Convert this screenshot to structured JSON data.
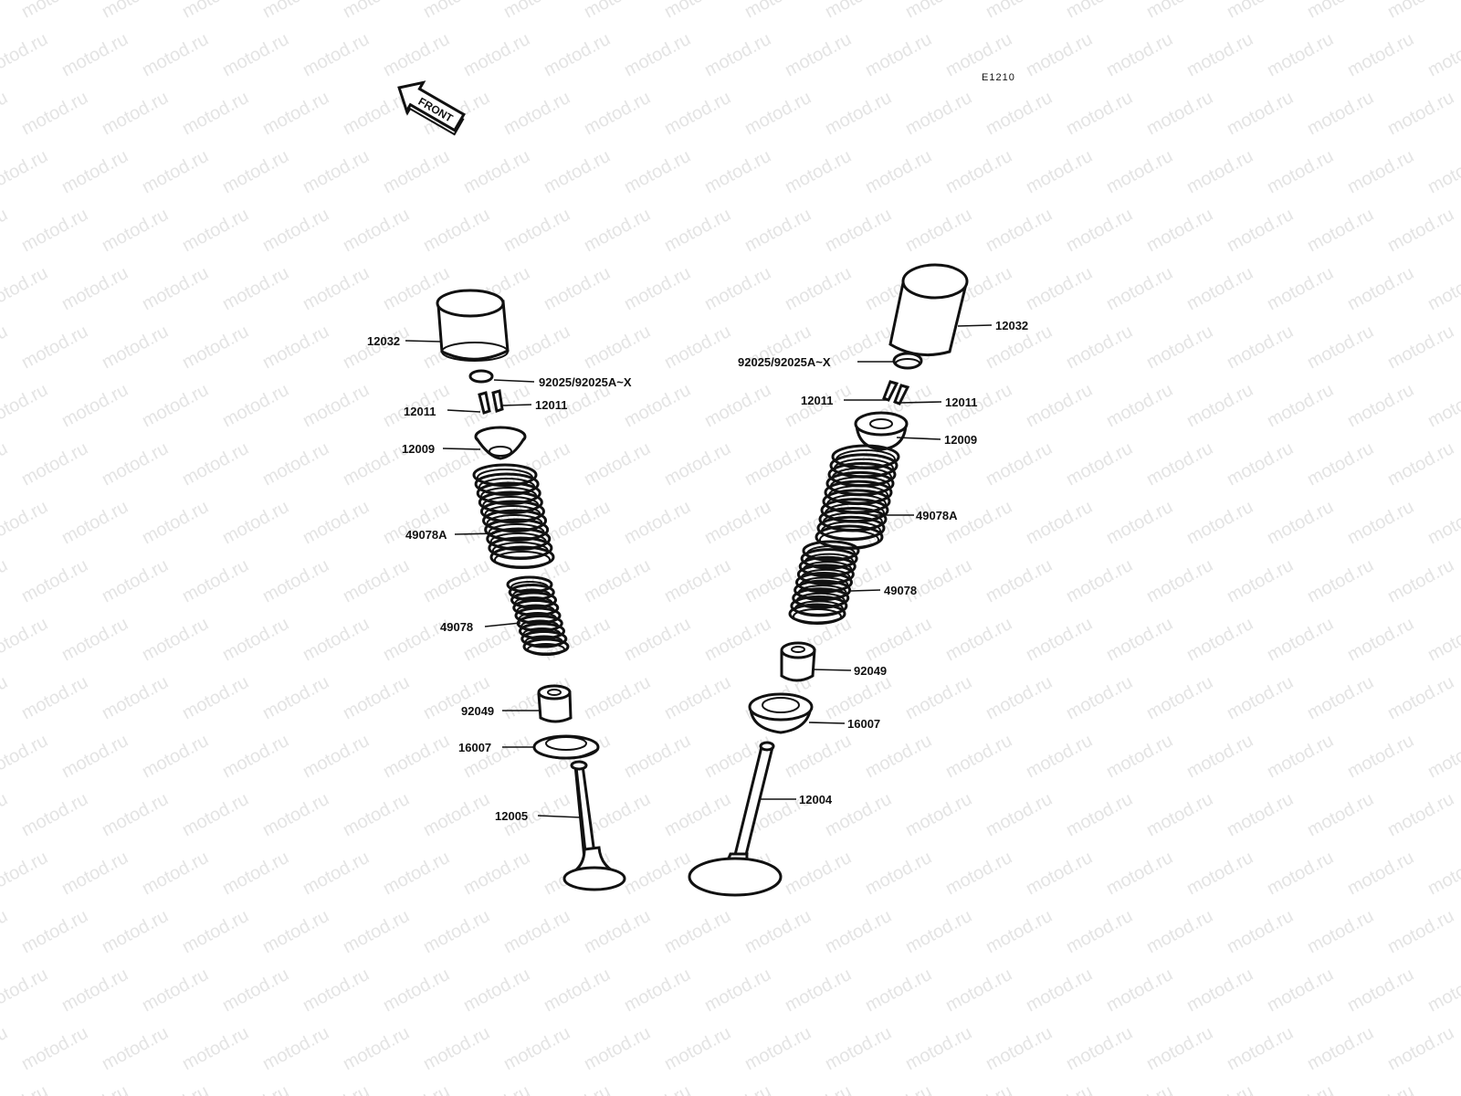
{
  "diagram": {
    "code": "E1210",
    "front_label": "FRONT",
    "watermark": "motod.ru",
    "left_assembly": {
      "tappet": "12032",
      "shim": "92025/92025A~X",
      "keeper_left": "12011",
      "keeper_right": "12011",
      "retainer": "12009",
      "outer_spring": "49078A",
      "inner_spring": "49078",
      "stem_seal": "92049",
      "spring_seat": "16007",
      "valve": "12005"
    },
    "right_assembly": {
      "tappet": "12032",
      "shim": "92025/92025A~X",
      "keeper_left": "12011",
      "keeper_right": "12011",
      "retainer": "12009",
      "outer_spring": "49078A",
      "inner_spring": "49078",
      "stem_seal": "92049",
      "spring_seat": "16007",
      "valve": "12004"
    }
  }
}
